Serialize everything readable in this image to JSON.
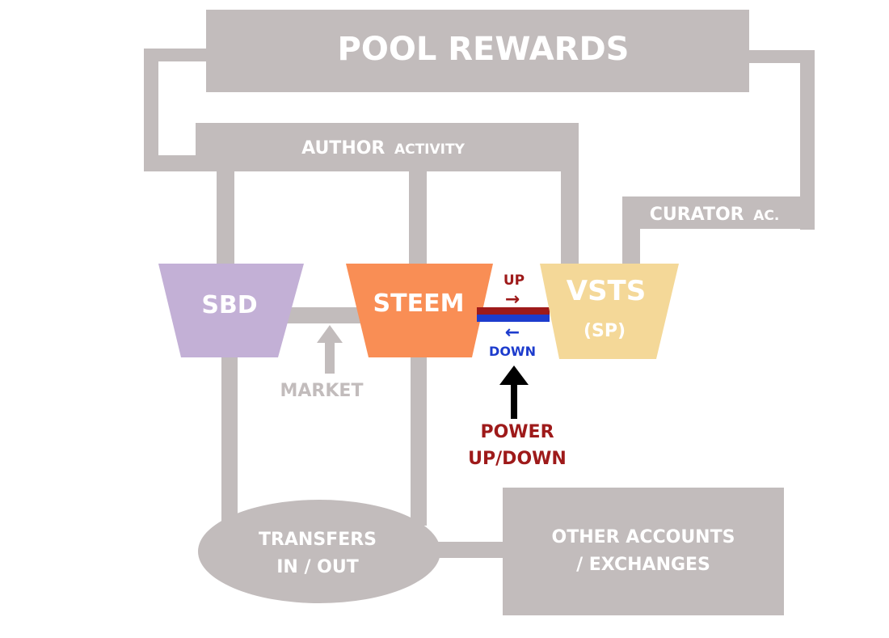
{
  "nodes": {
    "pool": {
      "label": "POOL REWARDS"
    },
    "author": {
      "label_main": "AUTHOR",
      "label_small": "ACTIVITY"
    },
    "curator": {
      "label_main": "CURATOR",
      "label_small": "AC."
    },
    "sbd": {
      "label": "SBD"
    },
    "steem": {
      "label": "STEEM"
    },
    "vsts": {
      "label": "VSTS",
      "sublabel": "(SP)"
    },
    "transfers": {
      "line1": "TRANSFERS",
      "line2": "IN / OUT"
    },
    "other": {
      "line1": "OTHER ACCOUNTS",
      "line2": "/ EXCHANGES"
    }
  },
  "labels": {
    "up": "UP",
    "down": "DOWN",
    "market": "MARKET",
    "power_line1": "POWER",
    "power_line2": "UP/DOWN"
  },
  "arrows": {
    "up": "→",
    "down": "←"
  },
  "colors": {
    "connector": "#c2bcbc",
    "sbd": "#c3b0d6",
    "steem": "#f98e55",
    "vsts": "#f4d898",
    "up_red": "#9e1a1a",
    "down_blue": "#1d3ccd",
    "white": "#ffffff",
    "black": "#000000"
  }
}
